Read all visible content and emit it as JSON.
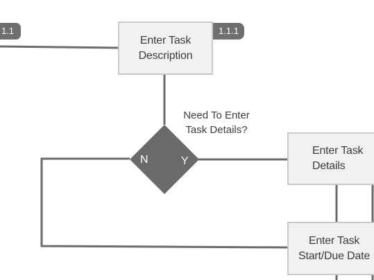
{
  "diagram": {
    "badges": {
      "parent_step": "1.1",
      "current_step": "1.1.1"
    },
    "nodes": {
      "enter_task_description": "Enter Task\nDescription",
      "enter_task_details": "Enter Task\nDetails",
      "enter_task_start_due_date": "Enter Task\nStart/Due Date"
    },
    "decision": {
      "question": "Need To Enter\nTask Details?",
      "no_label": "N",
      "yes_label": "Y"
    },
    "colors": {
      "line": "#6a6a6a",
      "box_fill": "#f1f1f1",
      "box_border": "#c9c9c9",
      "decision_fill": "#6a6a6a",
      "badge_fill": "#6f6f6f",
      "text": "#3c3c3c"
    }
  }
}
